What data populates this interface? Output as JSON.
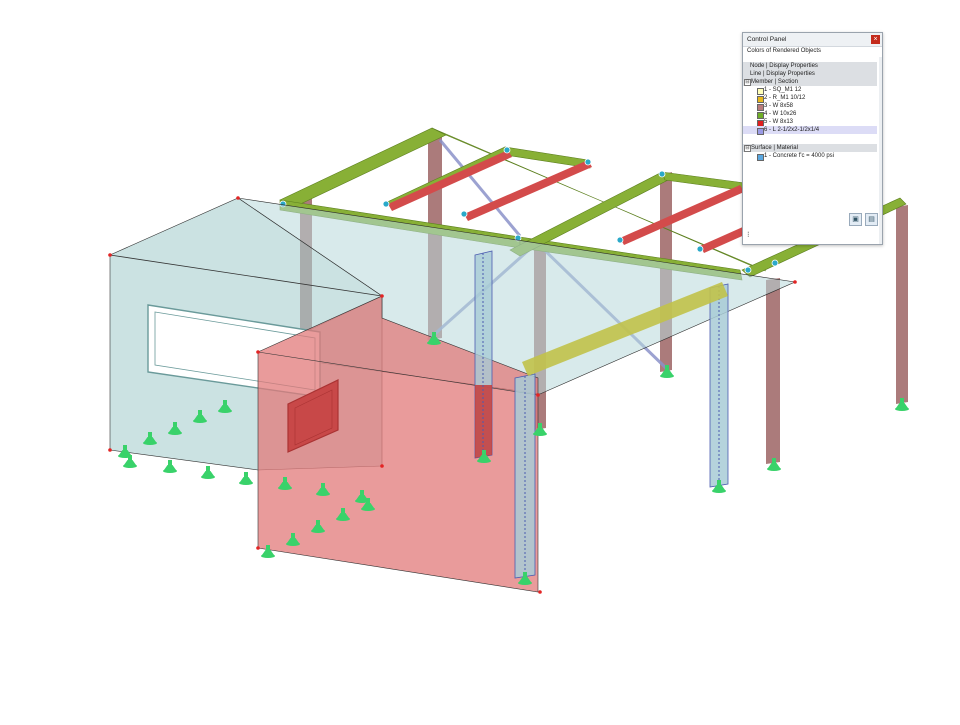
{
  "control_panel": {
    "title": "Control Panel",
    "close_glyph": "×",
    "heading": "Colors of Rendered Objects",
    "node_row": "Node | Display Properties",
    "line_row": "Line | Display Properties",
    "member_category": "Member | Section",
    "members": [
      {
        "label": "1 - SQ_M1 12",
        "color": "#ffffb8"
      },
      {
        "label": "2 - R_M1 10/12",
        "color": "#e8b81c"
      },
      {
        "label": "3 - W 8x58",
        "color": "#b97b7b"
      },
      {
        "label": "4 - W 10x26",
        "color": "#6fae27"
      },
      {
        "label": "5 - W 8x13",
        "color": "#e02020"
      },
      {
        "label": "6 - L 2-1/2x2-1/2x1/4",
        "color": "#9a9ae6"
      }
    ],
    "surface_category": "Surface | Material",
    "surfaces": [
      {
        "label": "1 - Concrete f'c = 4000 psi",
        "color": "#5aa7e0"
      }
    ],
    "expander_glyph": "⊟",
    "button_icons": [
      "view-settings-icon",
      "color-scale-icon"
    ],
    "tool_glyph": "⁝",
    "tool_icon": "list-options-icon"
  },
  "colors": {
    "support": "#39d26a",
    "node": "#e32424",
    "node_hinge": "#2aa9c9",
    "wall_glass": "#a9cfcf",
    "wall_red": "#e27a7a",
    "slab": "#b8d9da",
    "beam_green": "#88b036",
    "beam_red": "#d34b4b",
    "column_brown": "#9c6464",
    "column_glass": "#a8cbd6",
    "brace": "#8b92c9",
    "beam_yellow": "#c1c24a"
  }
}
